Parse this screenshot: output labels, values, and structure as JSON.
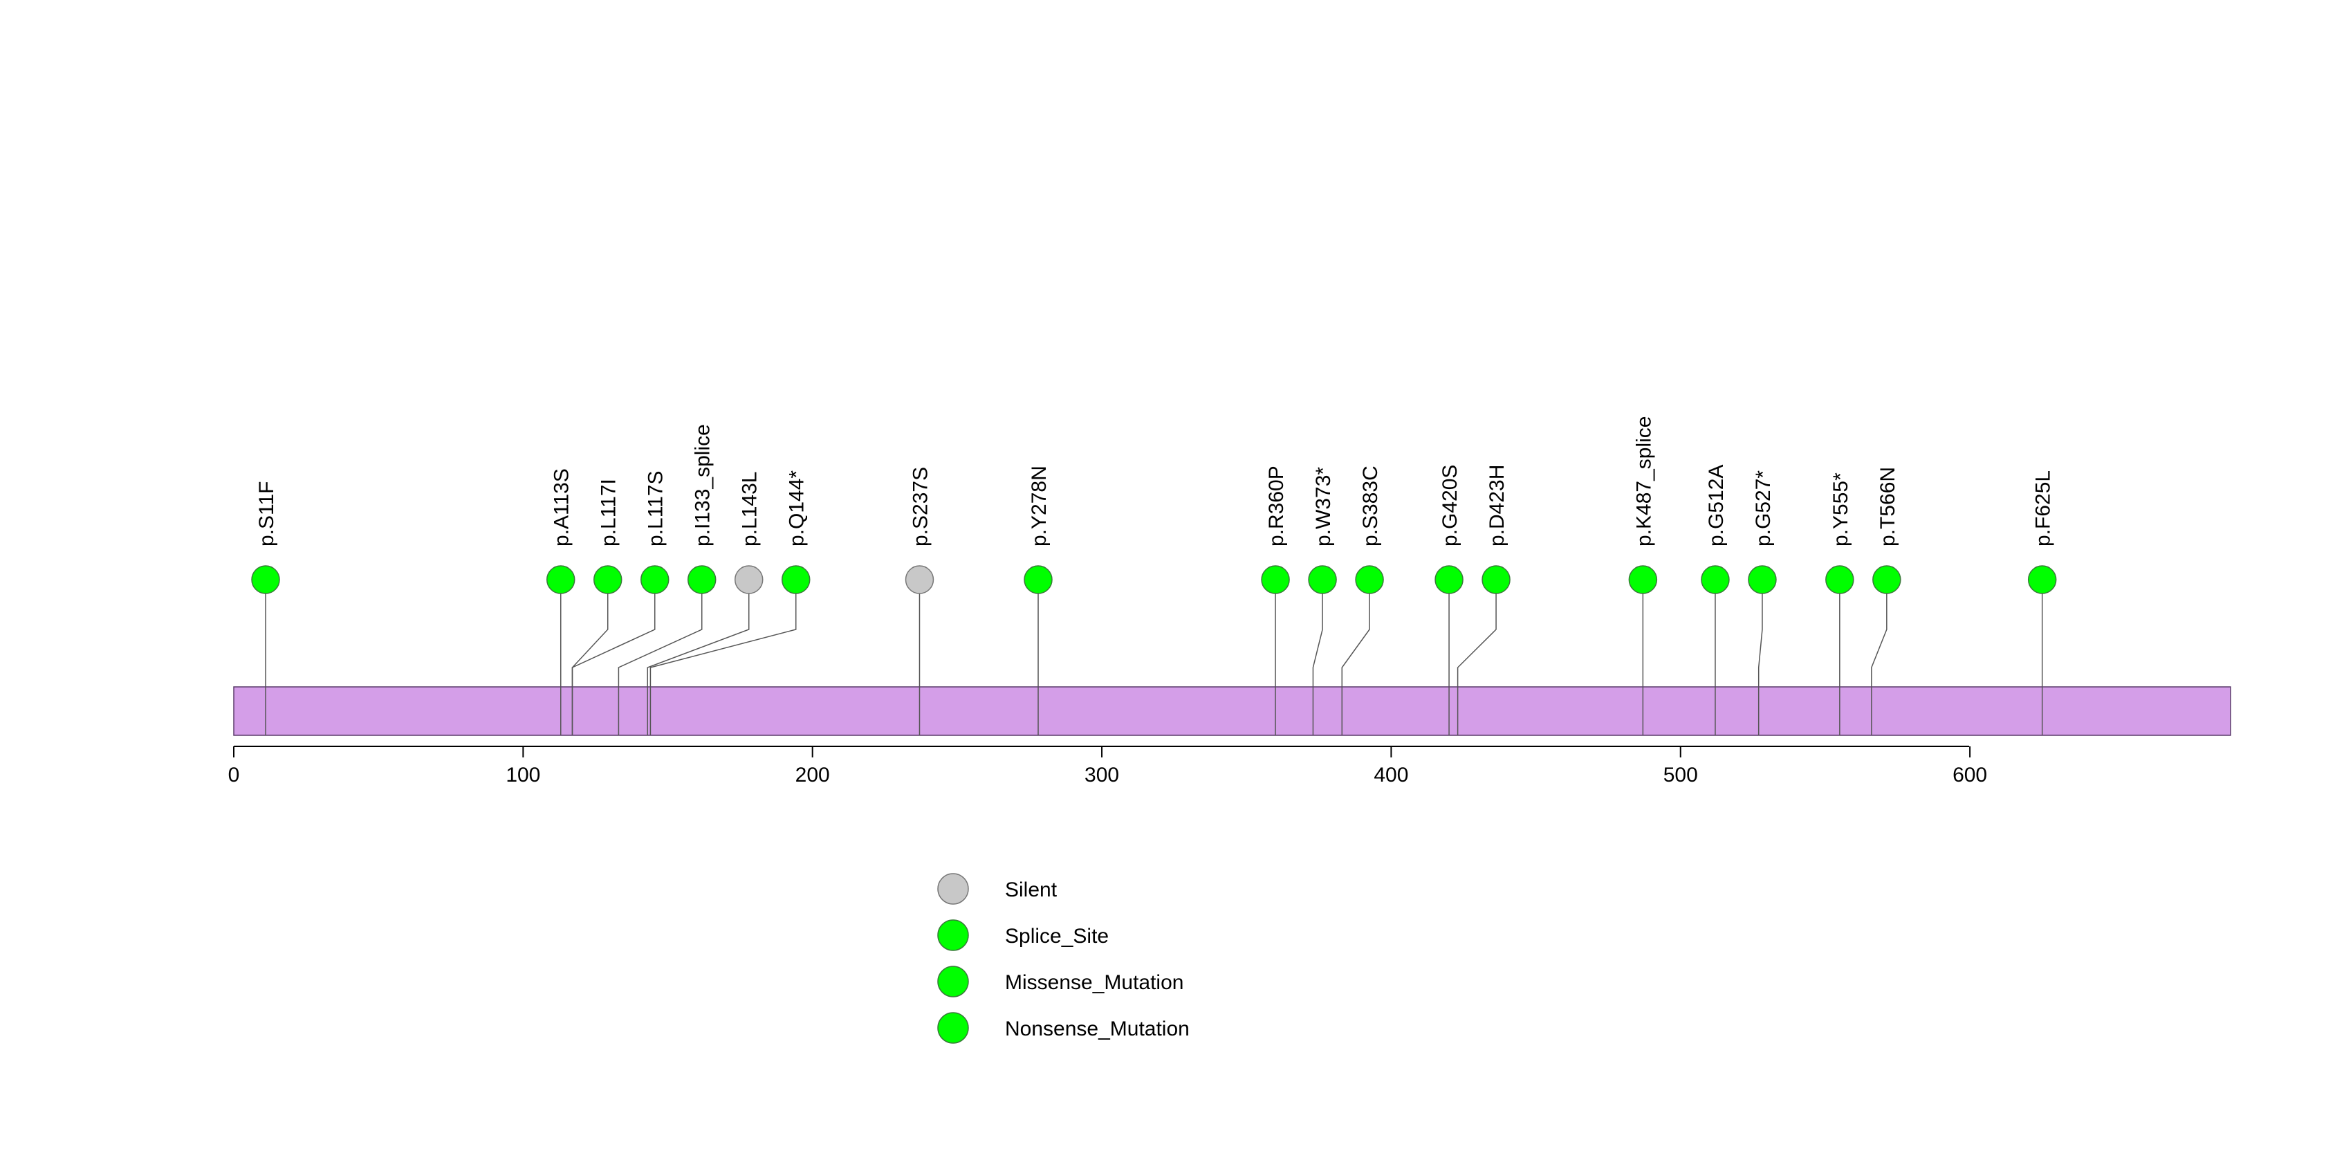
{
  "chart_data": {
    "type": "lollipop",
    "protein_length": 690,
    "x_ticks": [
      0,
      100,
      200,
      300,
      400,
      500,
      600
    ],
    "domain_color": "#d49ee8",
    "mutations": [
      {
        "pos": 11,
        "label": "p.S11F",
        "type": "Missense_Mutation"
      },
      {
        "pos": 113,
        "label": "p.A113S",
        "type": "Missense_Mutation"
      },
      {
        "pos": 117,
        "label": "p.L117I",
        "type": "Missense_Mutation"
      },
      {
        "pos": 117,
        "label": "p.L117S",
        "type": "Missense_Mutation"
      },
      {
        "pos": 133,
        "label": "p.I133_splice",
        "type": "Splice_Site"
      },
      {
        "pos": 143,
        "label": "p.L143L",
        "type": "Silent"
      },
      {
        "pos": 144,
        "label": "p.Q144*",
        "type": "Nonsense_Mutation"
      },
      {
        "pos": 237,
        "label": "p.S237S",
        "type": "Silent"
      },
      {
        "pos": 278,
        "label": "p.Y278N",
        "type": "Missense_Mutation"
      },
      {
        "pos": 360,
        "label": "p.R360P",
        "type": "Missense_Mutation"
      },
      {
        "pos": 373,
        "label": "p.W373*",
        "type": "Nonsense_Mutation"
      },
      {
        "pos": 383,
        "label": "p.S383C",
        "type": "Missense_Mutation"
      },
      {
        "pos": 420,
        "label": "p.G420S",
        "type": "Missense_Mutation"
      },
      {
        "pos": 423,
        "label": "p.D423H",
        "type": "Missense_Mutation"
      },
      {
        "pos": 487,
        "label": "p.K487_splice",
        "type": "Splice_Site"
      },
      {
        "pos": 512,
        "label": "p.G512A",
        "type": "Missense_Mutation"
      },
      {
        "pos": 527,
        "label": "p.G527*",
        "type": "Nonsense_Mutation"
      },
      {
        "pos": 555,
        "label": "p.Y555*",
        "type": "Nonsense_Mutation"
      },
      {
        "pos": 566,
        "label": "p.T566N",
        "type": "Missense_Mutation"
      },
      {
        "pos": 625,
        "label": "p.F625L",
        "type": "Missense_Mutation"
      }
    ],
    "legend": [
      {
        "name": "Silent",
        "color": "#c8c8c8"
      },
      {
        "name": "Splice_Site",
        "color": "#00ff00"
      },
      {
        "name": "Missense_Mutation",
        "color": "#00ff00"
      },
      {
        "name": "Nonsense_Mutation",
        "color": "#00ff00"
      }
    ]
  }
}
